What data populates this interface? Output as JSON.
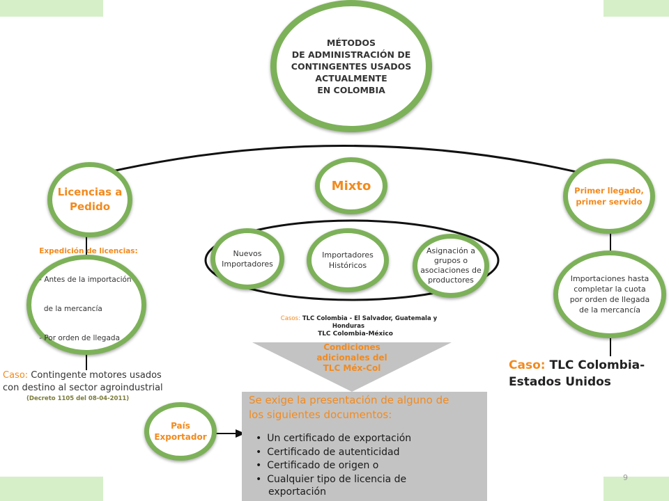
{
  "root": {
    "lines": [
      "MÉTODOS",
      "DE ADMINISTRACIÓN DE",
      "CONTINGENTES USADOS",
      "ACTUALMENTE",
      "EN COLOMBIA"
    ]
  },
  "licencias": {
    "title": [
      "Licencias a",
      "Pedido"
    ],
    "detail_title": "Expedición de licencias:",
    "detail_items": [
      "- Antes de la importación",
      "  de la mercancía",
      "- Por orden de llegada"
    ],
    "case_label": "Caso:",
    "case_text_1": "Contingente motores usados",
    "case_text_2": "con destino al sector agroindustrial",
    "case_decree": "(Decreto 1105 del 08-04-2011)"
  },
  "mixto": {
    "title": "Mixto",
    "sub1": [
      "Nuevos",
      "Importadores"
    ],
    "sub2": [
      "Importadores",
      "Históricos"
    ],
    "sub3": [
      "Asignación a",
      "grupos o",
      "asociaciones de",
      "productores"
    ],
    "cases_label": "Casos:",
    "cases_text_1": "TLC Colombia - El Salvador, Guatemala y",
    "cases_text_2": "Honduras",
    "cases_text_3": "TLC Colombia-México",
    "conditions": [
      "Condiciones",
      "adicionales del",
      "TLC Méx-Col"
    ],
    "pais": [
      "País",
      "Exportador"
    ],
    "doc_heading": [
      "Se exige la presentación de alguno de",
      "los siguientes documentos:"
    ],
    "doc_items": [
      "Un certificado de exportación",
      "Certificado de autenticidad",
      "Certificado de origen o",
      "Cualquier tipo de licencia de"
    ],
    "doc_last_line": "exportación"
  },
  "primer": {
    "title": [
      "Primer llegado,",
      "primer servido"
    ],
    "detail": [
      "Importaciones hasta",
      "completar la cuota",
      "por orden de llegada",
      "de la mercancía"
    ],
    "case_label": "Caso:",
    "case_text_1": "TLC Colombia-",
    "case_text_2": "Estados Unidos"
  },
  "page_number": "9",
  "colors": {
    "green_ring": "#7db159",
    "orange": "#f28a1e",
    "band": "#d6efc9",
    "gray_box": "#c3c3c3"
  }
}
